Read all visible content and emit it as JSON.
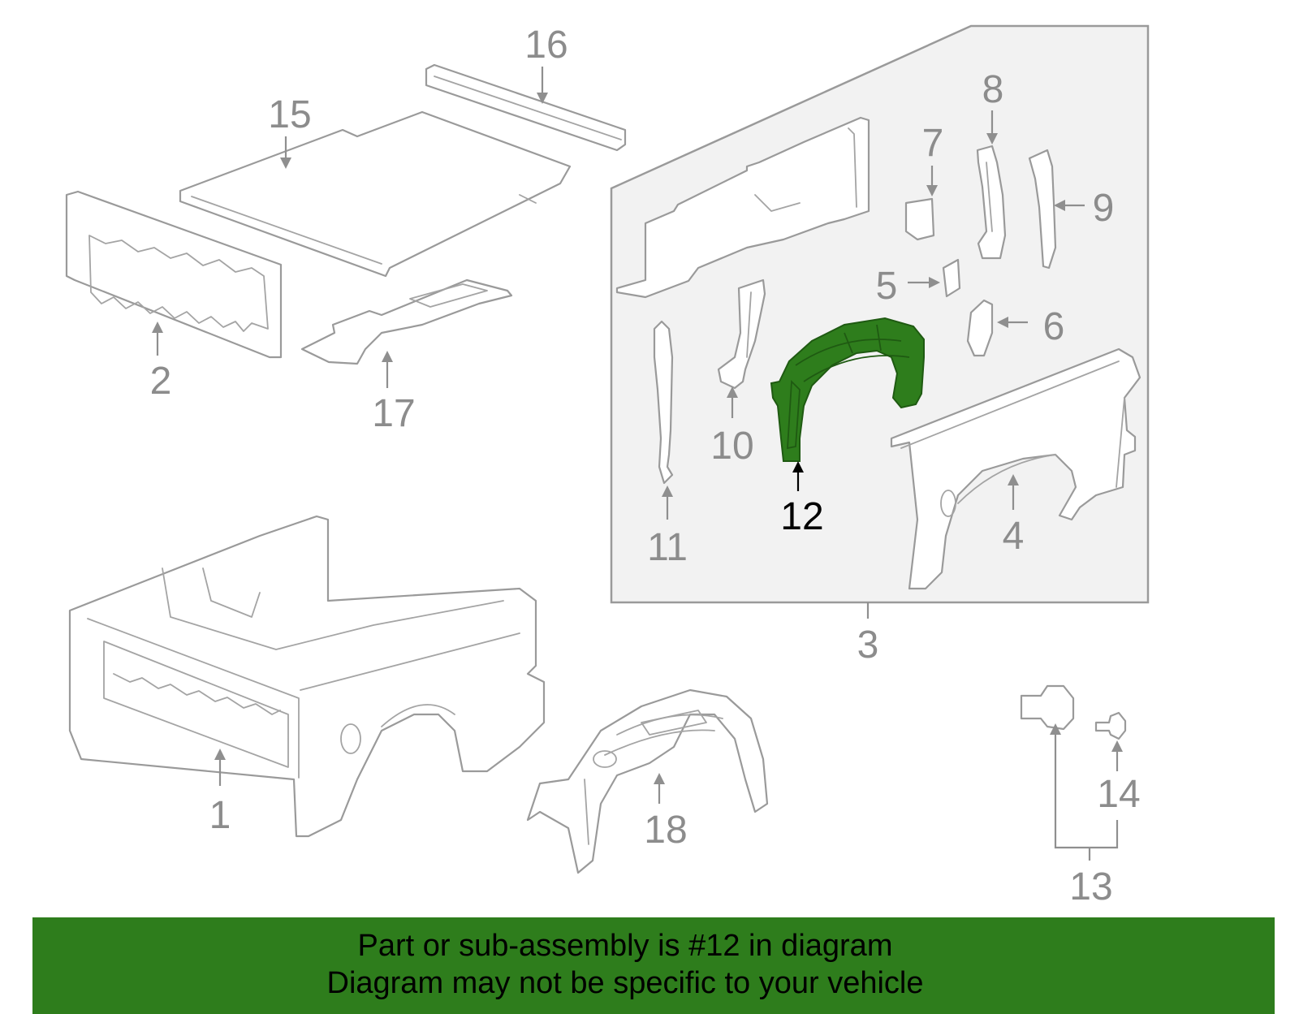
{
  "diagram": {
    "highlight_part": "12",
    "highlight_color": "#2e7d1c",
    "callouts": [
      "1",
      "2",
      "3",
      "4",
      "5",
      "6",
      "7",
      "8",
      "9",
      "10",
      "11",
      "12",
      "13",
      "14",
      "15",
      "16",
      "17",
      "18"
    ]
  },
  "banner": {
    "line1": "Part or sub-assembly is #12 in diagram",
    "line2": "Diagram may not be specific to your vehicle",
    "background": "#2e7d1c"
  }
}
